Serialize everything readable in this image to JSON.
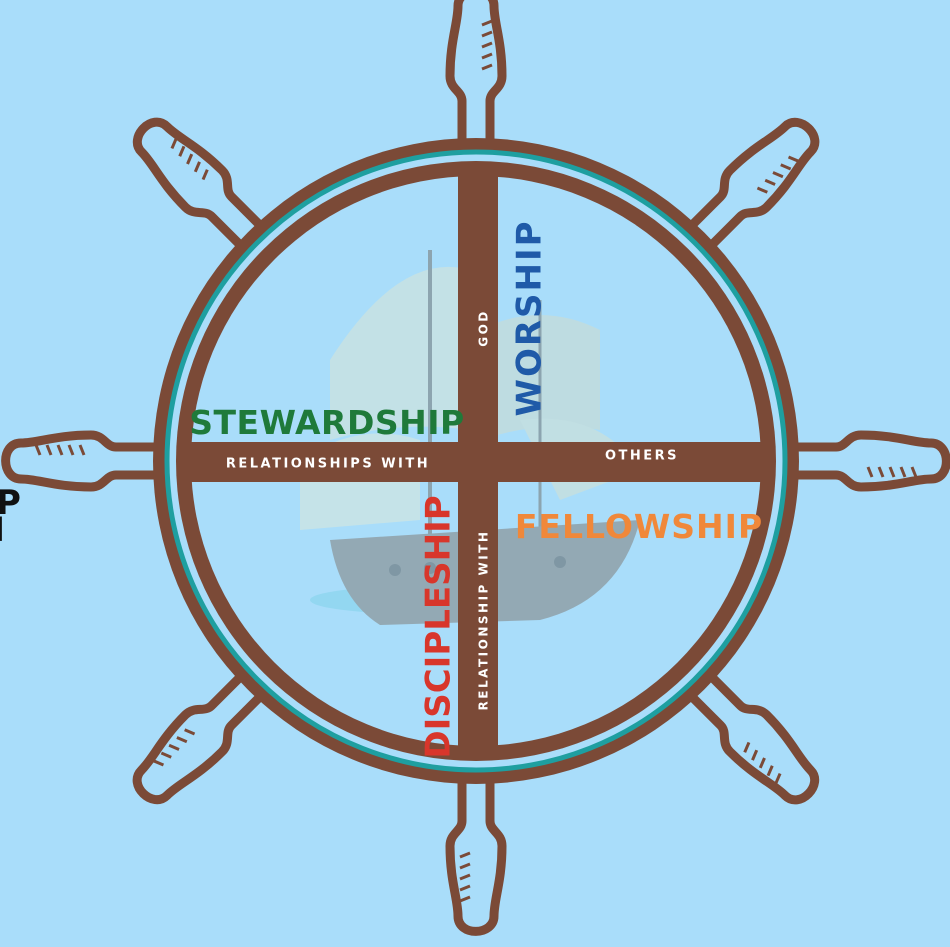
{
  "diagram": {
    "quadrants": {
      "top_left": "STEWARDSHIP",
      "top_right": "WORSHIP",
      "bottom_left": "DISCIPLESHIP",
      "bottom_right": "FELLOWSHIP"
    },
    "spoke_labels": {
      "horizontal_left": "RELATIONSHIPS WITH",
      "horizontal_right": "OTHERS",
      "vertical_top": "GOD",
      "vertical_bottom": "RELATIONSHIP WITH"
    },
    "left_edge_fragments": [
      "P",
      "l"
    ]
  },
  "colors": {
    "background": "#a9ddfa",
    "wheel_brown": "#7b4a37",
    "ring_teal": "#1e9fa0",
    "stewardship": "#1f7a3a",
    "worship": "#1f5aa8",
    "discipleship": "#d8362b",
    "fellowship": "#f0883a",
    "spoke_text": "#ffffff"
  }
}
